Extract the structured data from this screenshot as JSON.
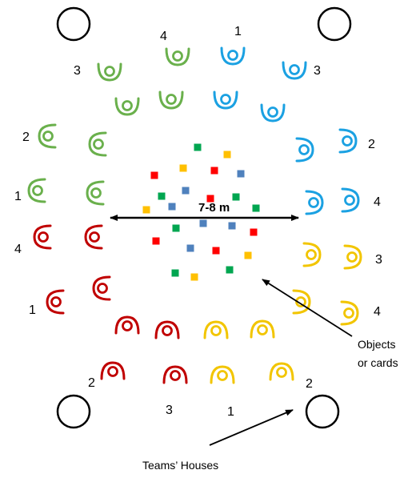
{
  "colors": {
    "green": "#6ab04c",
    "blue": "#1ba1e2",
    "red": "#c00000",
    "yellow": "#f2c500",
    "object_green": "#00a650",
    "object_blue": "#4f81bd",
    "object_red": "#ff0000",
    "object_yellow": "#ffc000",
    "ink": "#000000"
  },
  "distance_label": "7-8 m",
  "objects_label": [
    "Objects",
    "or cards"
  ],
  "houses_label": "Teams’ Houses",
  "player_numbers": {
    "green": [
      "4",
      "3",
      "2",
      "1"
    ],
    "blue": [
      "1",
      "3",
      "2",
      "4"
    ],
    "red": [
      "4",
      "1",
      "2",
      "3"
    ],
    "yellow": [
      "3",
      "4",
      "1",
      "2"
    ]
  }
}
